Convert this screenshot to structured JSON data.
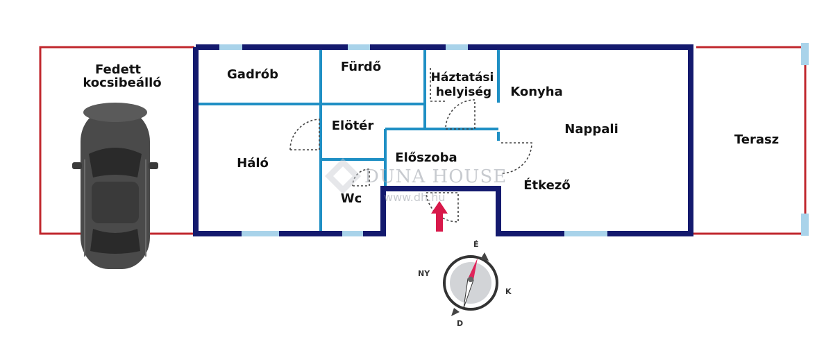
{
  "colors": {
    "outer_wall": "#141a6e",
    "inner_wall": "#1f8fc4",
    "window": "#a9d3ea",
    "boundary": "#c0272d",
    "door_swing": "#444444",
    "arrow": "#d8184a",
    "car": "#4a4a4a"
  },
  "rooms": {
    "carport": [
      "Fedett",
      "kocsibeálló"
    ],
    "gadrob": "Gadrób",
    "furdo": "Fürdő",
    "haztartasi": [
      "Háztatási",
      "helyiség"
    ],
    "konyha": "Konyha",
    "eloter": "Elötér",
    "nappali": "Nappali",
    "terasz": "Terasz",
    "halo": "Háló",
    "eloszoba": "Előszoba",
    "etkezo": "Étkező",
    "wc": "Wc"
  },
  "watermark": {
    "brand": "DUNA HOUSE",
    "url": "www.dh.hu"
  },
  "compass": {
    "north": "É",
    "west": "NY",
    "east": "K",
    "south": "D"
  },
  "icons": [
    "car-icon",
    "entrance-arrow-icon",
    "compass-icon",
    "duna-house-logo-icon"
  ]
}
